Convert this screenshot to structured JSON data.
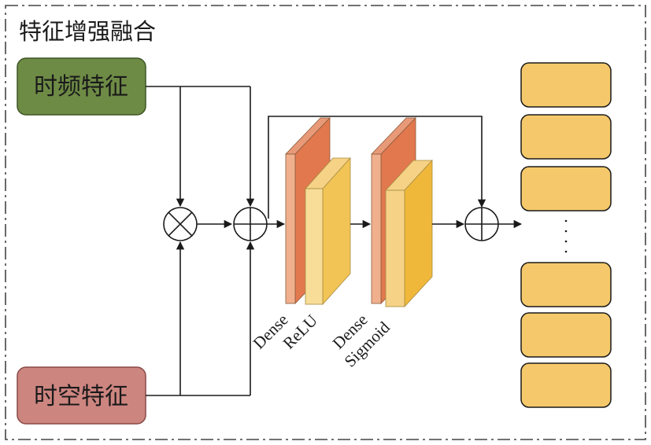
{
  "title": "特征增强融合",
  "inputs": {
    "freq": {
      "label": "时频特征",
      "fill": "#6e8b46",
      "stroke": "#3e5526"
    },
    "spatial": {
      "label": "时空特征",
      "fill": "#cd8580",
      "stroke": "#8a4a46"
    }
  },
  "layers": {
    "dense1_label": "Dense",
    "relu_label": "ReLU",
    "dense2_label": "Dense",
    "sigmoid_label": "Sigmoid"
  },
  "output": {
    "ellipsis": "· · · ·",
    "token_fill": "#f5c96b",
    "token_count_top": 3,
    "token_count_bottom": 3
  },
  "colors": {
    "dense_front": "#f0b08e",
    "dense_side": "#e2784e",
    "dense_top": "#e89a78",
    "relu_front": "#f7dd98",
    "relu_side": "#f2c455",
    "sigmoid_front": "#f5d285",
    "sigmoid_side": "#f0b83a",
    "line": "#1a1a1a"
  }
}
